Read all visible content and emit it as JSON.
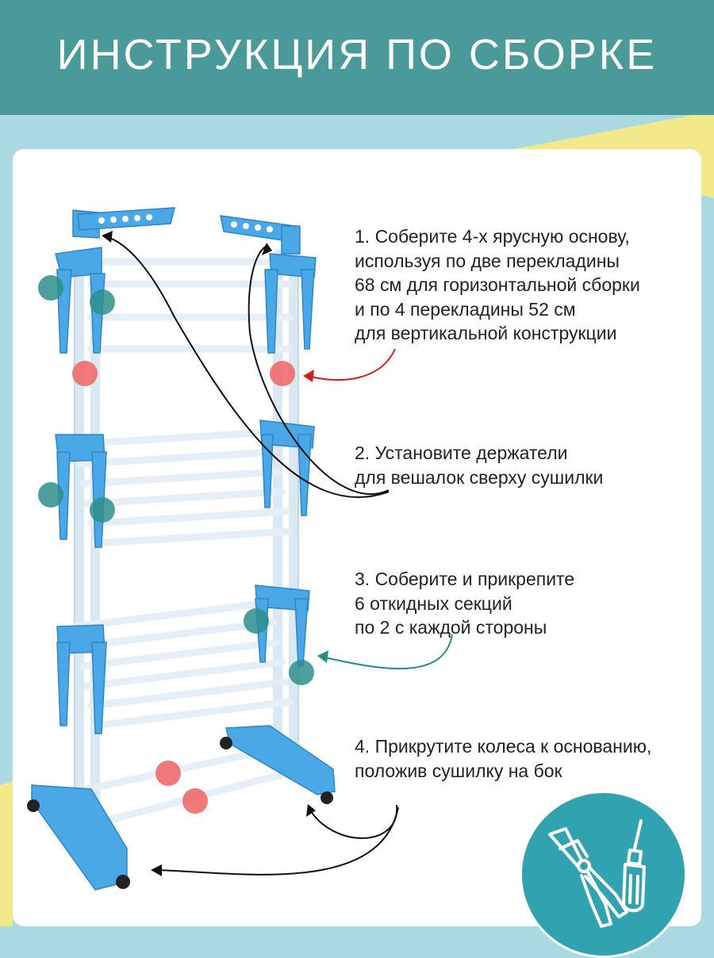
{
  "header": {
    "title": "ИНСТРУКЦИЯ ПО СБОРКЕ"
  },
  "steps": [
    {
      "lines": [
        "1. Соберите 4-х ярусную основу,",
        "используя по две перекладины",
        "68 см для горизонтальной сборки",
        "и по 4 перекладины 52 см",
        "для вертикальной конструкции"
      ]
    },
    {
      "lines": [
        "2. Установите держатели",
        "для вешалок сверху сушилки"
      ]
    },
    {
      "lines": [
        "3. Соберите и прикрепите",
        "6 откидных секций",
        "по 2 с каждой стороны"
      ]
    },
    {
      "lines": [
        "4. Прикрутите колеса к основанию,",
        "положив сушилку на бок"
      ]
    }
  ],
  "badge": {
    "icon": "pliers-screwdriver-icon"
  },
  "colors": {
    "header": "#4b9a9a",
    "background": "#aad9e2",
    "accent_yellow": "#f2ea8a",
    "rack_blue": "#4aa8e6",
    "marker_teal": "#2f8f8c",
    "marker_red": "#ef6c6c",
    "arrow_red": "#d11f1f",
    "arrow_teal": "#2a8a86",
    "badge": "#31a3b0"
  }
}
